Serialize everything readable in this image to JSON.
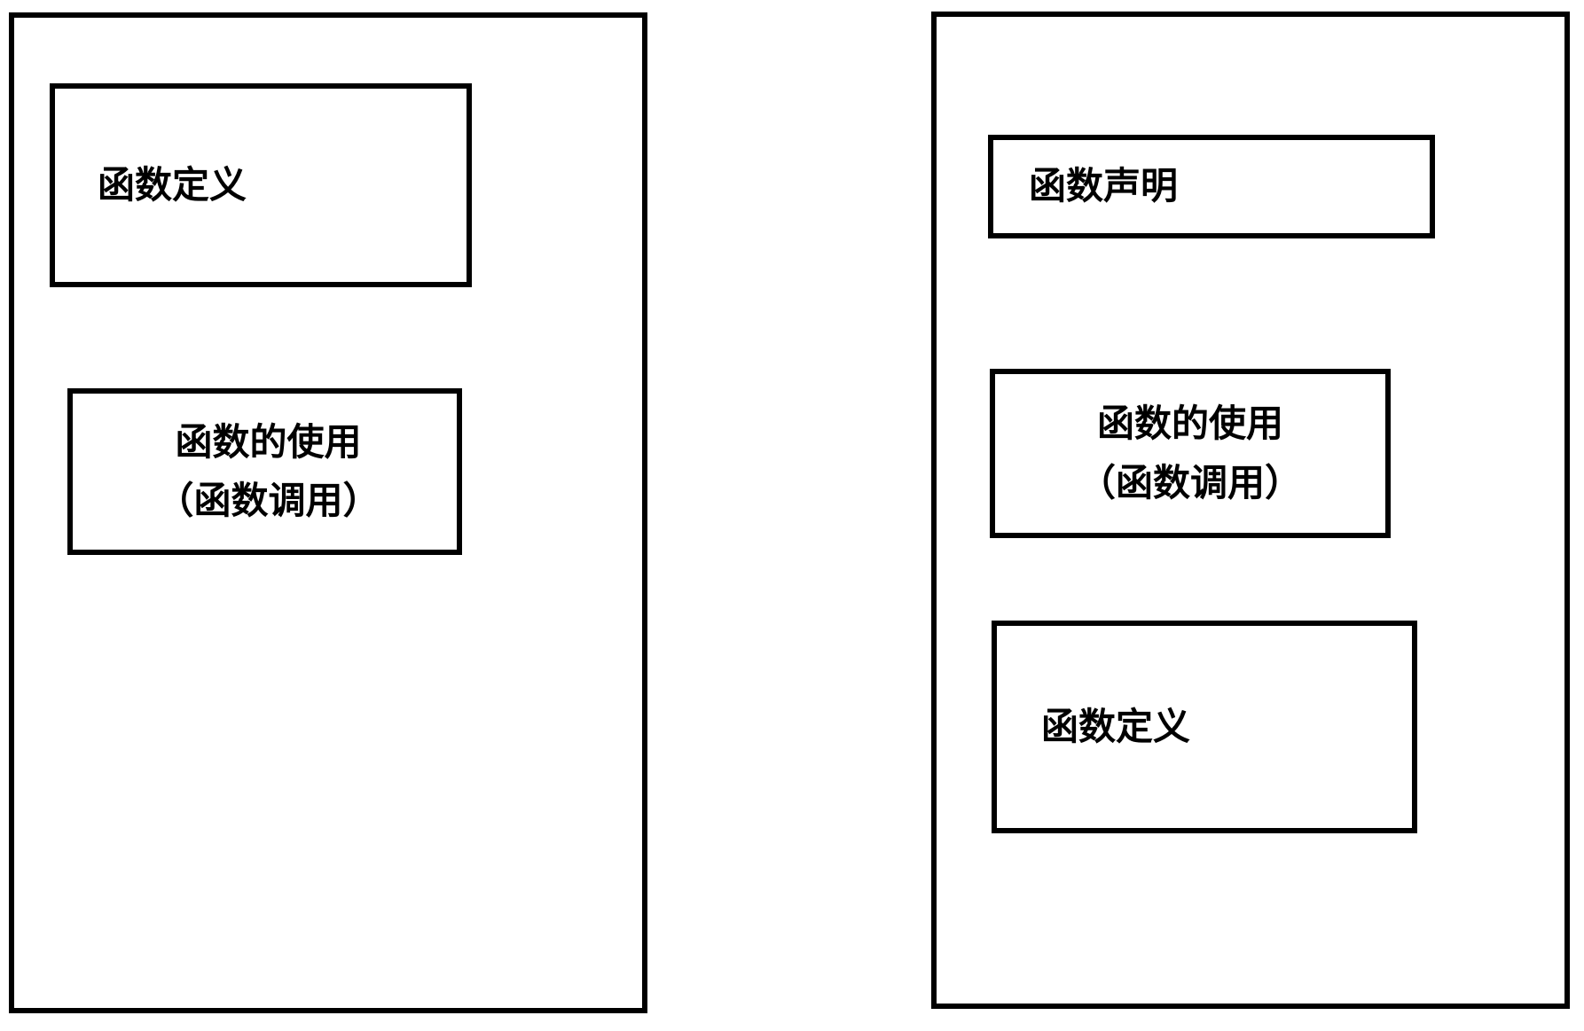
{
  "diagram": {
    "type": "two-panel-comparison",
    "background_color": "#ffffff",
    "stroke_color": "#000000",
    "panels": [
      {
        "id": "left",
        "name": "left-panel",
        "nodes": [
          {
            "id": "left-definition",
            "name": "function-definition",
            "lines": [
              "函数定义"
            ]
          },
          {
            "id": "left-usage",
            "name": "function-usage",
            "lines": [
              "函数的使用",
              "（函数调用）"
            ]
          }
        ]
      },
      {
        "id": "right",
        "name": "right-panel",
        "nodes": [
          {
            "id": "right-declaration",
            "name": "function-declaration",
            "lines": [
              "函数声明"
            ]
          },
          {
            "id": "right-usage",
            "name": "function-usage",
            "lines": [
              "函数的使用",
              "（函数调用）"
            ]
          },
          {
            "id": "right-definition",
            "name": "function-definition",
            "lines": [
              "函数定义"
            ]
          }
        ]
      }
    ]
  }
}
